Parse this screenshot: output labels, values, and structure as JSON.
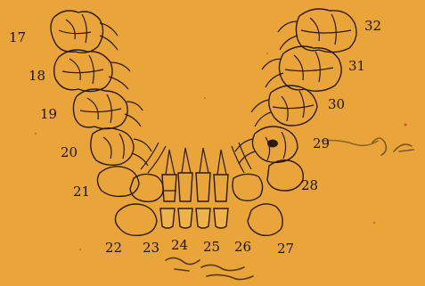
{
  "diagram": {
    "tooth_numbers": {
      "n17": "17",
      "n18": "18",
      "n19": "19",
      "n20": "20",
      "n21": "21",
      "n22": "22",
      "n23": "23",
      "n24": "24",
      "n25": "25",
      "n26": "26",
      "n27": "27",
      "n28": "28",
      "n29": "29",
      "n30": "30",
      "n31": "31",
      "n32": "32"
    },
    "colors": {
      "paper": "#e9a53a",
      "ink": "#2b1a0b"
    },
    "dark_mark_on_tooth": "29"
  }
}
